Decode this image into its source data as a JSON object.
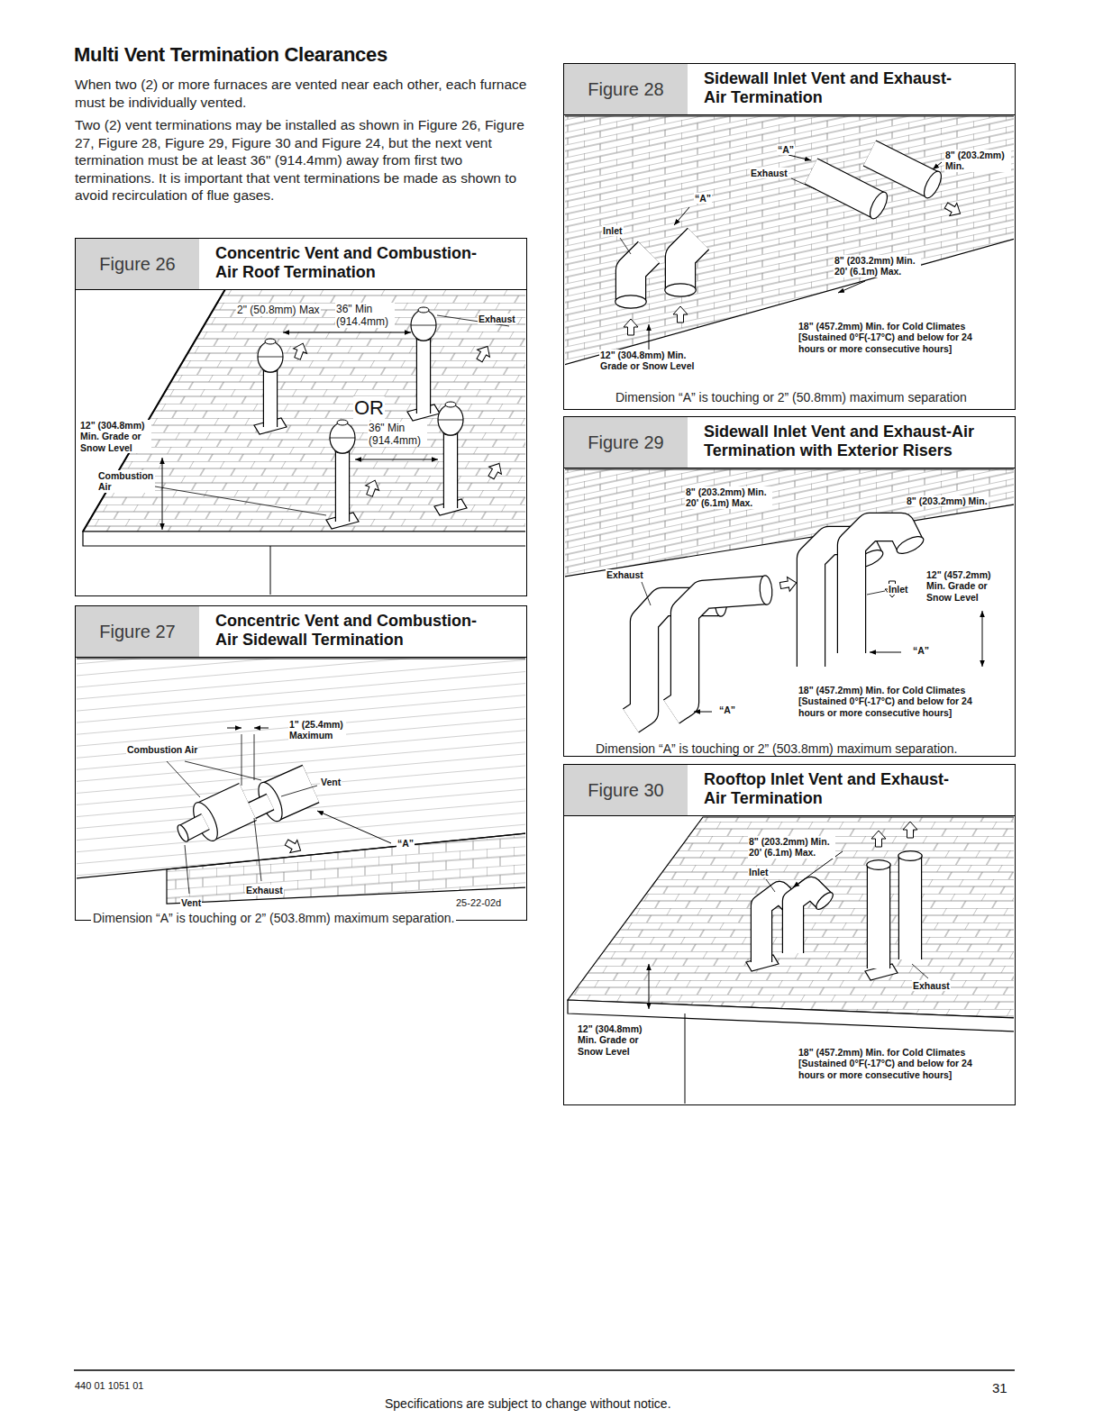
{
  "diagram": {
    "title": "Multi Vent Termination Clearances",
    "nodes": [
      {
        "text": [
          "Figure 26",
          "Concentric Vent and Combustion- Air Roof Termination"
        ]
      },
      {
        "text": [
          "Figure 27",
          "Concentric Vent and Combustion- Air Sidewall Termination",
          "Dimension “A” is touching or 2” (503.8mm) maximum separation."
        ]
      },
      {
        "text": [
          "Figure 28",
          "Sidewall Inlet Vent and Exhaust- Air Termination",
          "Dimension “A” is touching or 2” (50.8mm) maximum separation"
        ]
      },
      {
        "text": [
          "Figure 29",
          "Sidewall Inlet Vent and Exhaust-Air Termination with Exterior Risers",
          "Dimension “A” is touching or 2” (503.8mm) maximum separation."
        ]
      },
      {
        "text": [
          "Figure 30",
          "Rooftop Inlet Vent and Exhaust- Air Termination"
        ]
      }
    ],
    "labels": [
      "When two (2) or more furnaces are vented near each other, each furnace must be individually vented.",
      "Two (2) vent terminations may be installed as shown in Figure 26, Figure 27, Figure 28, Figure 29, Figure 30 and Figure 24, but the next vent termination must be at least 36\" (914.4mm) away from first two terminations. It is important that vent terminations be made as shown to avoid recirculation of flue gases.",
      "2\" (50.8mm) Max",
      "36\" Min (914.4mm)",
      "Exhaust",
      "OR",
      "36\" Min (914.4mm)",
      "12\" (304.8mm) Min. Grade or Snow Level",
      "Combustion Air",
      "1\" (25.4mm) Maximum",
      "Combustion Air",
      "Vent",
      "“A”",
      "Exhaust",
      "Vent",
      "25-22-02d",
      "“A”",
      "8\" (203.2mm) Min.",
      "Exhaust",
      "“A”",
      "Inlet",
      "8\" (203.2mm) Min. 20' (6.1m) Max.",
      "12\" (304.8mm) Min. Grade or Snow Level",
      "18\" (457.2mm) Min. for Cold Climates [Sustained 0°F(-17°C) and below for 24 hours or more consecutive hours]",
      "8\" (203.2mm) Min. 20' (6.1m) Max.",
      "8\" (203.2mm) Min.",
      "Exhaust",
      "12\" (457.2mm) Min. Grade or Snow Level",
      "Inlet",
      "“A”",
      "18\" (457.2mm) Min. for Cold Climates [Sustained 0°F(-17°C) and below for 24 hours or more consecutive hours]",
      "“A”",
      "8\" (203.2mm) Min. 20' (6.1m) Max.",
      "Inlet",
      "Exhaust",
      "12\" (304.8mm) Min. Grade or Snow Level",
      "18\" (457.2mm) Min. for Cold Climates [Sustained 0°F(-17°C) and below for 24 hours or more consecutive hours]",
      "440 01 1051 01",
      "Specifications are subject to change without notice.",
      "31"
    ]
  }
}
